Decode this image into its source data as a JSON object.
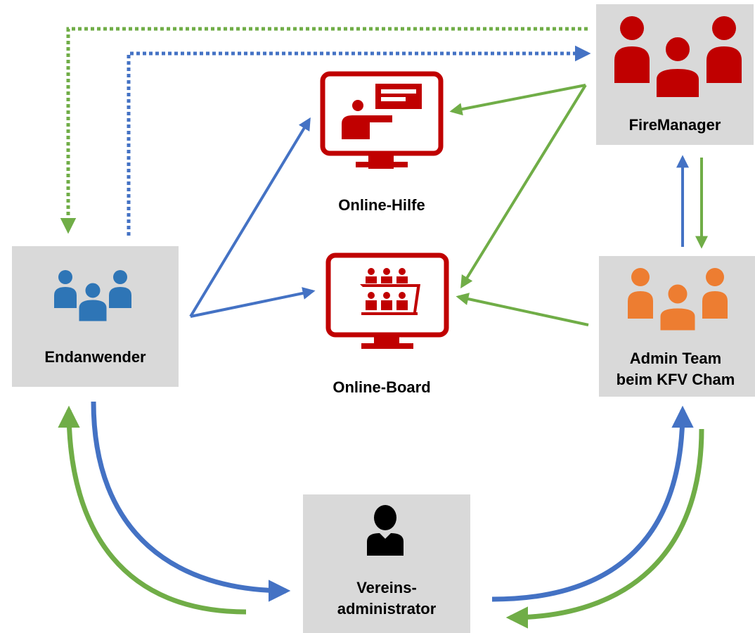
{
  "nodes": {
    "endanwender": {
      "label": "Endanwender",
      "icon": "group-icon",
      "color": "#2e75b6"
    },
    "firemanager": {
      "label": "FireManager",
      "icon": "group-icon",
      "color": "#c00000"
    },
    "admin_team": {
      "line1": "Admin Team",
      "line2": "beim KFV Cham",
      "icon": "group-icon",
      "color": "#ed7d31"
    },
    "vereinsadmin": {
      "line1": "Vereins-",
      "line2": "administrator",
      "icon": "person-icon",
      "color": "#000000"
    },
    "online_hilfe": {
      "label": "Online-Hilfe",
      "icon": "monitor-presentation-icon",
      "color": "#c00000"
    },
    "online_board": {
      "label": "Online-Board",
      "icon": "monitor-audience-icon",
      "color": "#c00000"
    }
  },
  "colors": {
    "blue_arrow": "#4472c4",
    "green_arrow": "#70ad47",
    "box_bg": "#d9d9d9"
  }
}
